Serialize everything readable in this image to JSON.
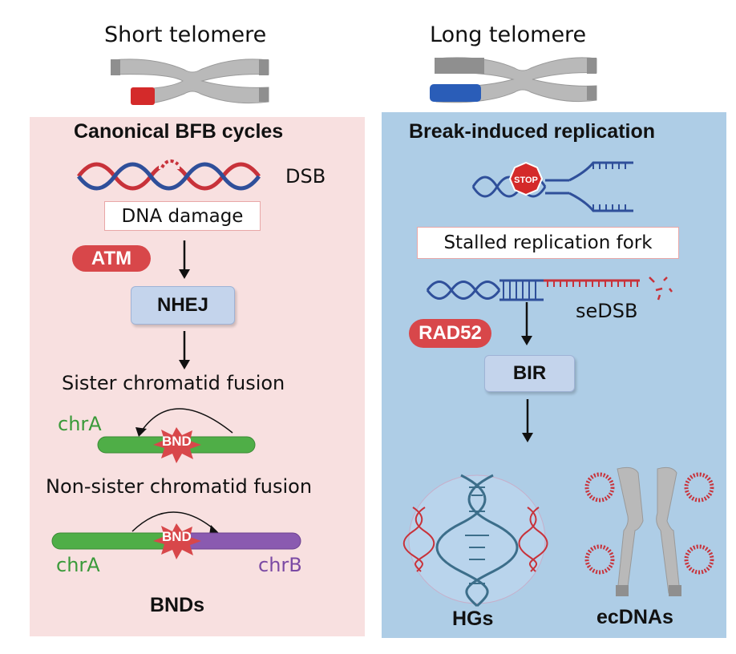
{
  "top": {
    "left_title": "Short telomere",
    "right_title": "Long telomere"
  },
  "left": {
    "heading": "Canonical BFB cycles",
    "dsb_label": "DSB",
    "damage_box": "DNA damage",
    "atm_label": "ATM",
    "nhej_label": "NHEJ",
    "sister_label": "Sister chromatid fusion",
    "chra_label_1": "chrA",
    "bnd_label_1": "BND",
    "nonsister_label": "Non-sister chromatid fusion",
    "bnd_label_2": "BND",
    "chra_label_2": "chrA",
    "chrb_label": "chrB",
    "bottom_label": "BNDs"
  },
  "right": {
    "heading": "Break-induced replication",
    "stop_label": "STOP",
    "stalled_box": "Stalled replication fork",
    "sedsb_label": "seDSB",
    "rad52_label": "RAD52",
    "bir_label": "BIR",
    "hgs_label": "HGs",
    "ecdnas_label": "ecDNAs"
  },
  "colors": {
    "left_panel": "#f8e0e0",
    "right_panel": "#aecde6",
    "short_telomere": "#d42a2a",
    "long_telomere": "#2a5db8",
    "protein_pill": "#d8474a",
    "chrA": "#4fae47",
    "chrB": "#8a5ab0",
    "dna_red": "#c8323a",
    "dna_blue": "#2f4f9a"
  }
}
